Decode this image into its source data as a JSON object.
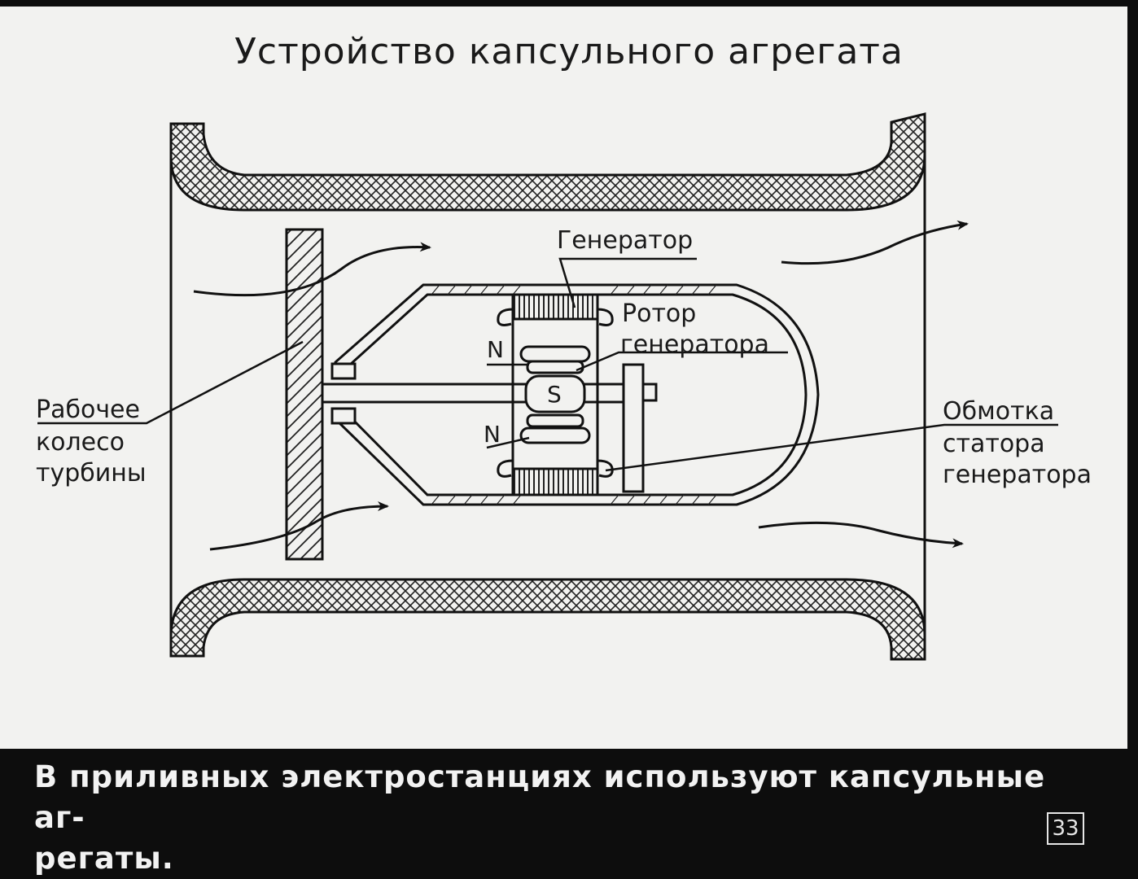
{
  "title": "Устройство капсульного агрегата",
  "labels": {
    "generator": "Генератор",
    "rotor_line1": "Ротор",
    "rotor_line2": "генератора",
    "wheel_line1": "Рабочее",
    "wheel_line2": "колесо",
    "wheel_line3": "турбины",
    "winding_line1": "Обмотка",
    "winding_line2": "статора",
    "winding_line3": "генератора",
    "pole_n_top": "N",
    "pole_n_bottom": "N",
    "pole_s": "S"
  },
  "caption": {
    "line1": "В приливных электростанциях используют капсульные аг-",
    "line2": "регаты."
  },
  "frame_number": "33"
}
